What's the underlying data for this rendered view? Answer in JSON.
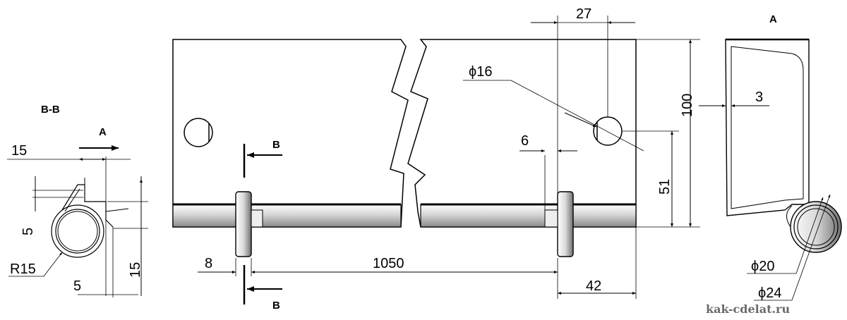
{
  "section_title": "B-B",
  "view_label": "A",
  "section_marker": "B",
  "dims": {
    "d15_top": "15",
    "d5_left": "5",
    "r15": "R15",
    "d5_bottom": "5",
    "d15_right": "15",
    "d8": "8",
    "d1050": "1050",
    "d27": "27",
    "dia16": "ϕ16",
    "d6": "6",
    "d100": "100",
    "d51": "51",
    "d42": "42",
    "d3": "3",
    "dia20": "ϕ20",
    "dia24": "ϕ24"
  },
  "watermark": "kak-cdelat.ru"
}
